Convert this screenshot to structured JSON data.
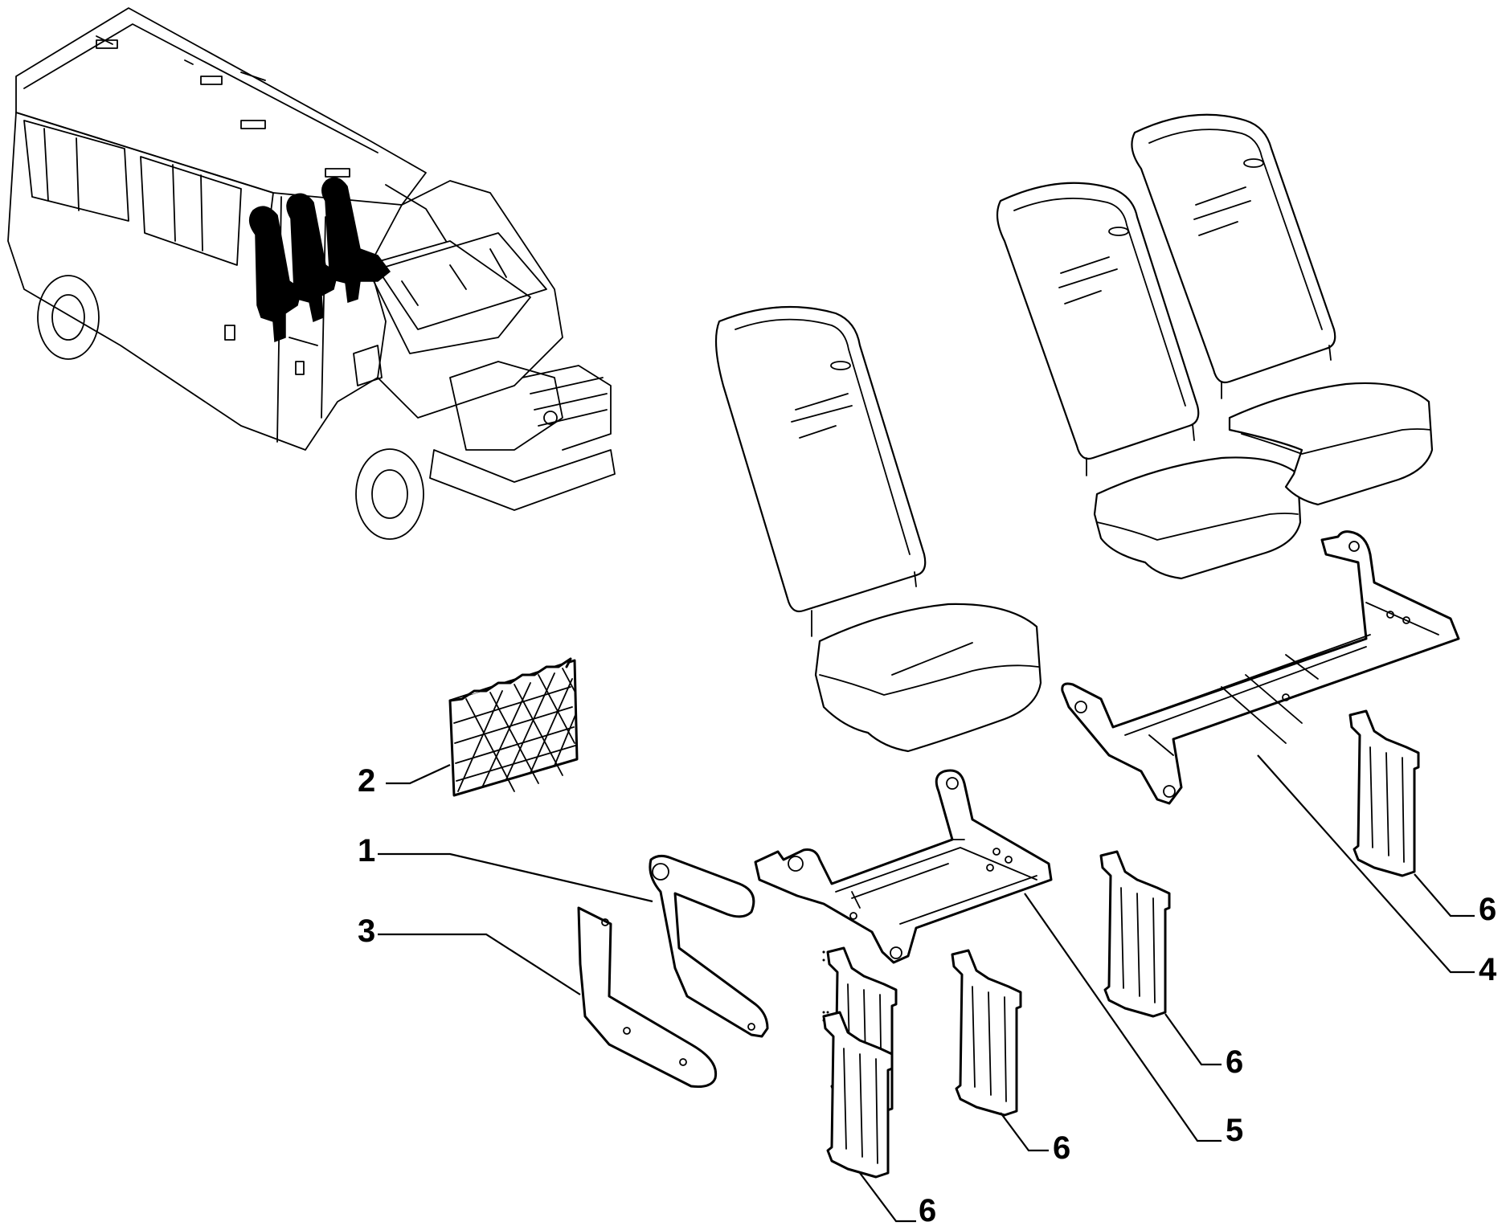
{
  "diagram": {
    "callouts": {
      "c1": "1",
      "c2": "2",
      "c3": "3",
      "c4": "4",
      "c5": "5",
      "c6a": "6",
      "c6b": "6",
      "c6c": "6",
      "c6d": "6"
    }
  }
}
